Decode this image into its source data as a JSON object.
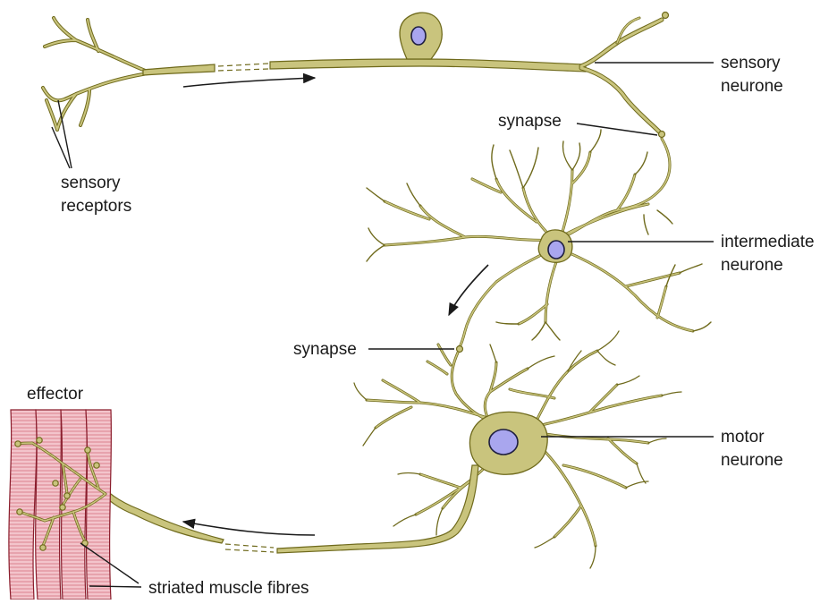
{
  "labels": {
    "sensory_neurone_1": "sensory",
    "sensory_neurone_2": "neurone",
    "synapse_top": "synapse",
    "sensory_receptors_1": "sensory",
    "sensory_receptors_2": "receptors",
    "intermediate_neurone_1": "intermediate",
    "intermediate_neurone_2": "neurone",
    "synapse_mid": "synapse",
    "effector": "effector",
    "motor_neurone_1": "motor",
    "motor_neurone_2": "neurone",
    "striated_muscle_fibres": "striated muscle fibres"
  },
  "colors": {
    "neurone_fill": "#c9c47d",
    "neurone_outline": "#6f6a1c",
    "nucleus_fill": "#a9a6ee",
    "muscle_fill": "#f3c4cb",
    "muscle_outline": "#8a1d2c"
  }
}
